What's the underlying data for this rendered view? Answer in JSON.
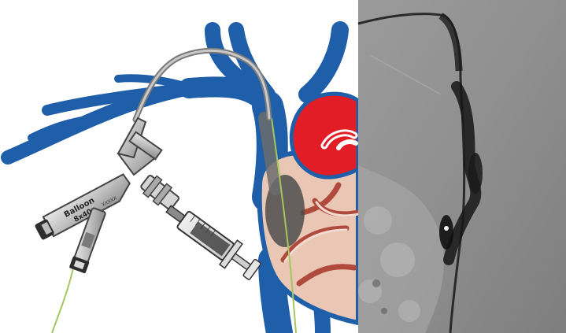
{
  "balloon": {
    "label_line1": "Balloon",
    "label_line2": "8x40",
    "label_tick": "XXXXX"
  },
  "colors": {
    "vein": "#1f5ea9",
    "heart_red": "#e21d25",
    "heart_tissue": "#e9c7b4",
    "heart_tissue_line": "#b04a3d",
    "guidewire": "#a3c75d",
    "catheter": "#9a9a9a",
    "xray_bg": "#8c8c8c"
  },
  "icons": {
    "balloon_catheter": "balloon-catheter-device",
    "syringe": "syringe",
    "xray": "fluoroscopy-panel"
  }
}
